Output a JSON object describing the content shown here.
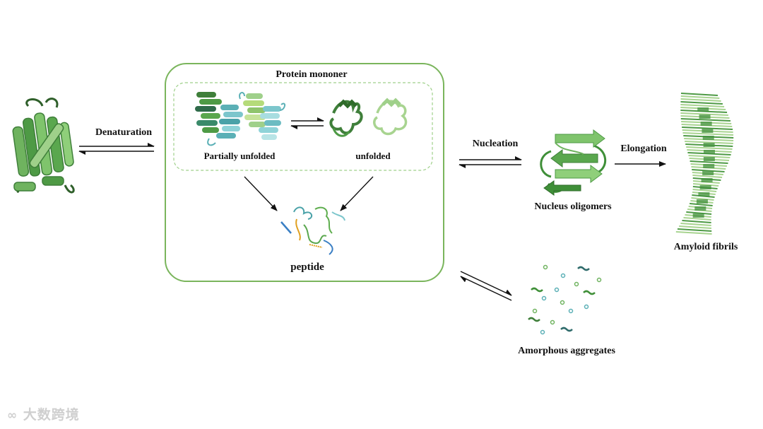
{
  "labels": {
    "protein_monomer": "Protein mononer",
    "denaturation": "Denaturation",
    "partially_unfolded": "Partially  unfolded",
    "unfolded": "unfolded",
    "peptide": "peptide",
    "nucleation": "Nucleation",
    "nucleus_oligomers": "Nucleus oligomers",
    "elongation": "Elongation",
    "amyloid_fibrils": "Amyloid fibrils",
    "amorphous_aggregates": "Amorphous aggregates"
  },
  "watermark": "大数跨境",
  "colors": {
    "green_dark": "#3f7f3a",
    "green_mid": "#5fae4f",
    "green_light": "#9fd08a",
    "teal": "#5bb0b6",
    "box_border": "#7ab55c",
    "arrow": "#111111"
  }
}
